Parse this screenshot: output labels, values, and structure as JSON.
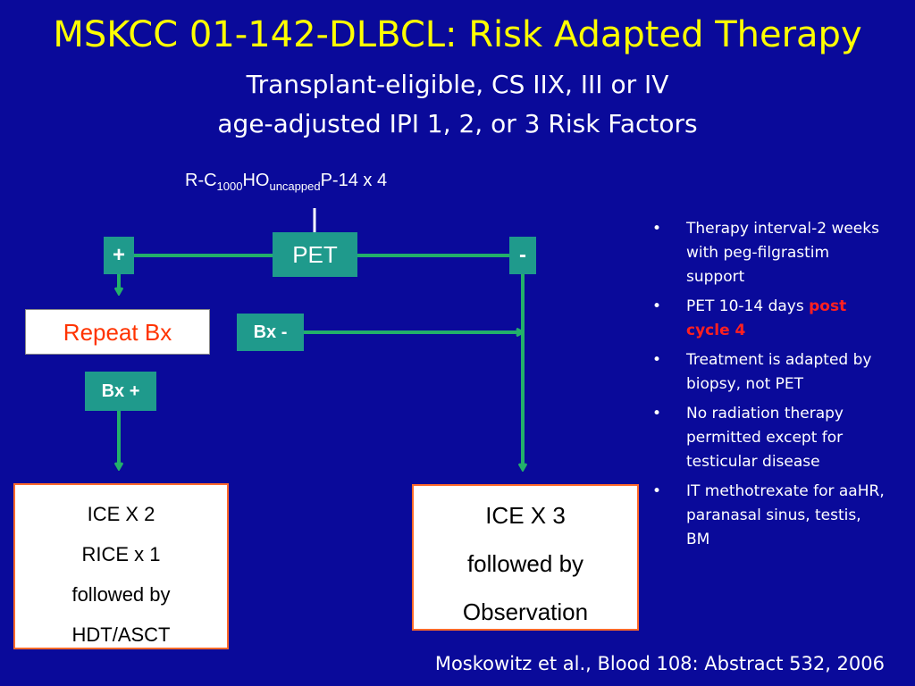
{
  "slide": {
    "title": "MSKCC 01-142-DLBCL: Risk Adapted Therapy",
    "subtitle_line1": "Transplant-eligible, CS IIX, III or IV",
    "subtitle_line2": "age-adjusted IPI 1, 2, or 3 Risk Factors"
  },
  "regimen": {
    "prefix": "R-C",
    "sub1": "1000",
    "mid": "HO",
    "sub2": "uncapped",
    "suffix": "P-14 x 4"
  },
  "flow": {
    "pet": "PET",
    "plus": "+",
    "minus": "-",
    "repeat_bx": "Repeat Bx",
    "bx_neg": "Bx -",
    "bx_pos": "Bx +",
    "left_outcome": [
      "ICE X 2",
      "RICE x 1",
      "followed by",
      "HDT/ASCT"
    ],
    "right_outcome": [
      "ICE X 3",
      "followed by",
      "Observation"
    ]
  },
  "notes": [
    {
      "text": "Therapy interval-2 weeks with peg-filgrastim support",
      "highlight": ""
    },
    {
      "text": "PET 10-14 days ",
      "highlight": "post cycle 4"
    },
    {
      "text": "Treatment is adapted by biopsy, not PET",
      "highlight": ""
    },
    {
      "text": "No radiation therapy permitted except for testicular disease",
      "highlight": ""
    },
    {
      "text": "IT methotrexate for aaHR, paranasal sinus, testis, BM",
      "highlight": ""
    }
  ],
  "citation": "Moskowitz et al., Blood 108: Abstract 532, 2006",
  "colors": {
    "background": "#0a0a9a",
    "title": "#ffff00",
    "teal": "#1f9a8c",
    "connector": "#23b06a",
    "outcome_border": "#ff6a2a",
    "highlight": "#ff2020"
  }
}
